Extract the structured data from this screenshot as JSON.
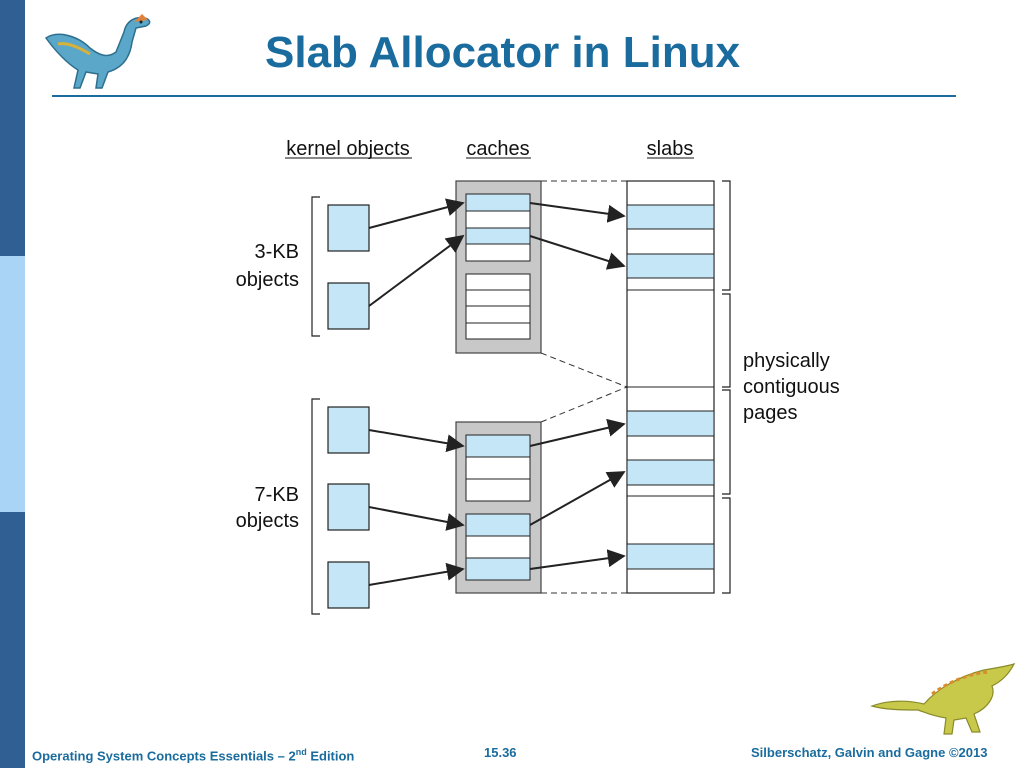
{
  "slide": {
    "title": "Slab Allocator in Linux"
  },
  "diagram": {
    "headers": {
      "kernel_objects": "kernel objects",
      "caches": "caches",
      "slabs": "slabs"
    },
    "group_3kb": [
      "3-KB",
      "objects"
    ],
    "group_7kb": [
      "7-KB",
      "objects"
    ],
    "pages_label": [
      "physically",
      "contiguous",
      "pages"
    ]
  },
  "footer": {
    "course_prefix": "Operating System Concepts Essentials – 2",
    "course_sup": "nd",
    "course_suffix": " Edition",
    "page_number": "15.36",
    "copyright": "Silberschatz, Galvin and Gagne ©2013"
  },
  "icons": [
    "dinosaur-logo-icon",
    "dinosaur-footer-icon"
  ],
  "colors": {
    "accent": "#1a6c9e",
    "sidebar_dark": "#2f5f93",
    "sidebar_light": "#a9d4f5",
    "object_fill": "#c5e6f7",
    "cache_bg": "#c8c8c8"
  }
}
